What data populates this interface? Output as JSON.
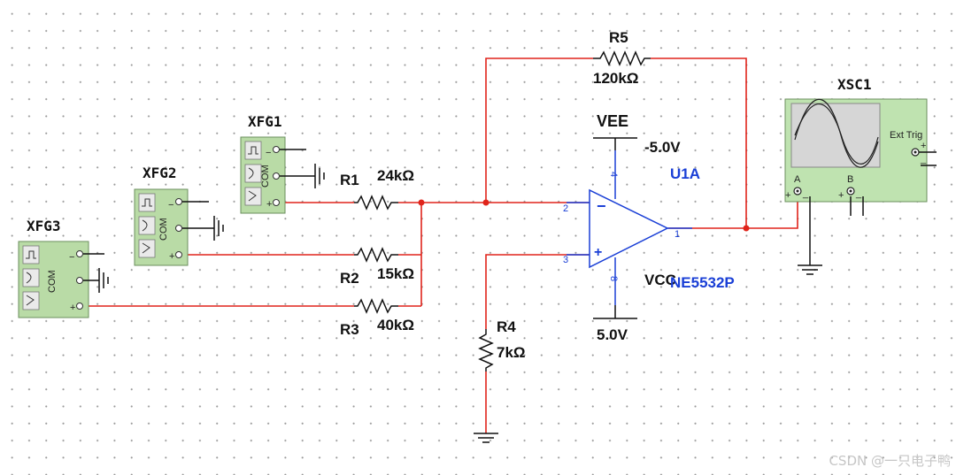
{
  "colors": {
    "wire": "#e0241b",
    "component": "#111111",
    "opamp": "#1a3fd6",
    "generator_body": "#b9dba6",
    "scope_body": "#bfe3b0",
    "watermark": "#c6c6c6"
  },
  "generators": {
    "xfg1": {
      "label": "XFG1",
      "com": "COM",
      "minus": "−",
      "plus": "+"
    },
    "xfg2": {
      "label": "XFG2",
      "com": "COM",
      "minus": "−",
      "plus": "+"
    },
    "xfg3": {
      "label": "XFG3",
      "com": "COM",
      "minus": "−",
      "plus": "+"
    }
  },
  "resistors": {
    "r1": {
      "name": "R1",
      "value": "24kΩ"
    },
    "r2": {
      "name": "R2",
      "value": "15kΩ"
    },
    "r3": {
      "name": "R3",
      "value": "40kΩ"
    },
    "r4": {
      "name": "R4",
      "value": "7kΩ"
    },
    "r5": {
      "name": "R5",
      "value": "120kΩ"
    }
  },
  "opamp": {
    "ref": "U1A",
    "part": "NE5532P",
    "vee_label": "VEE",
    "vee_value": "-5.0V",
    "vcc_label": "VCC",
    "vcc_value": "5.0V",
    "pin_in_neg": "2",
    "pin_in_pos": "3",
    "pin_out": "1",
    "pin_vee": "4",
    "pin_vcc": "8",
    "sign_neg": "−",
    "sign_pos": "+"
  },
  "oscilloscope": {
    "label": "XSC1",
    "ext_trig": "Ext Trig",
    "channel_a": "A",
    "channel_b": "B",
    "plus": "+",
    "minus": "_"
  },
  "watermark": "CSDN @一只电子鸭"
}
